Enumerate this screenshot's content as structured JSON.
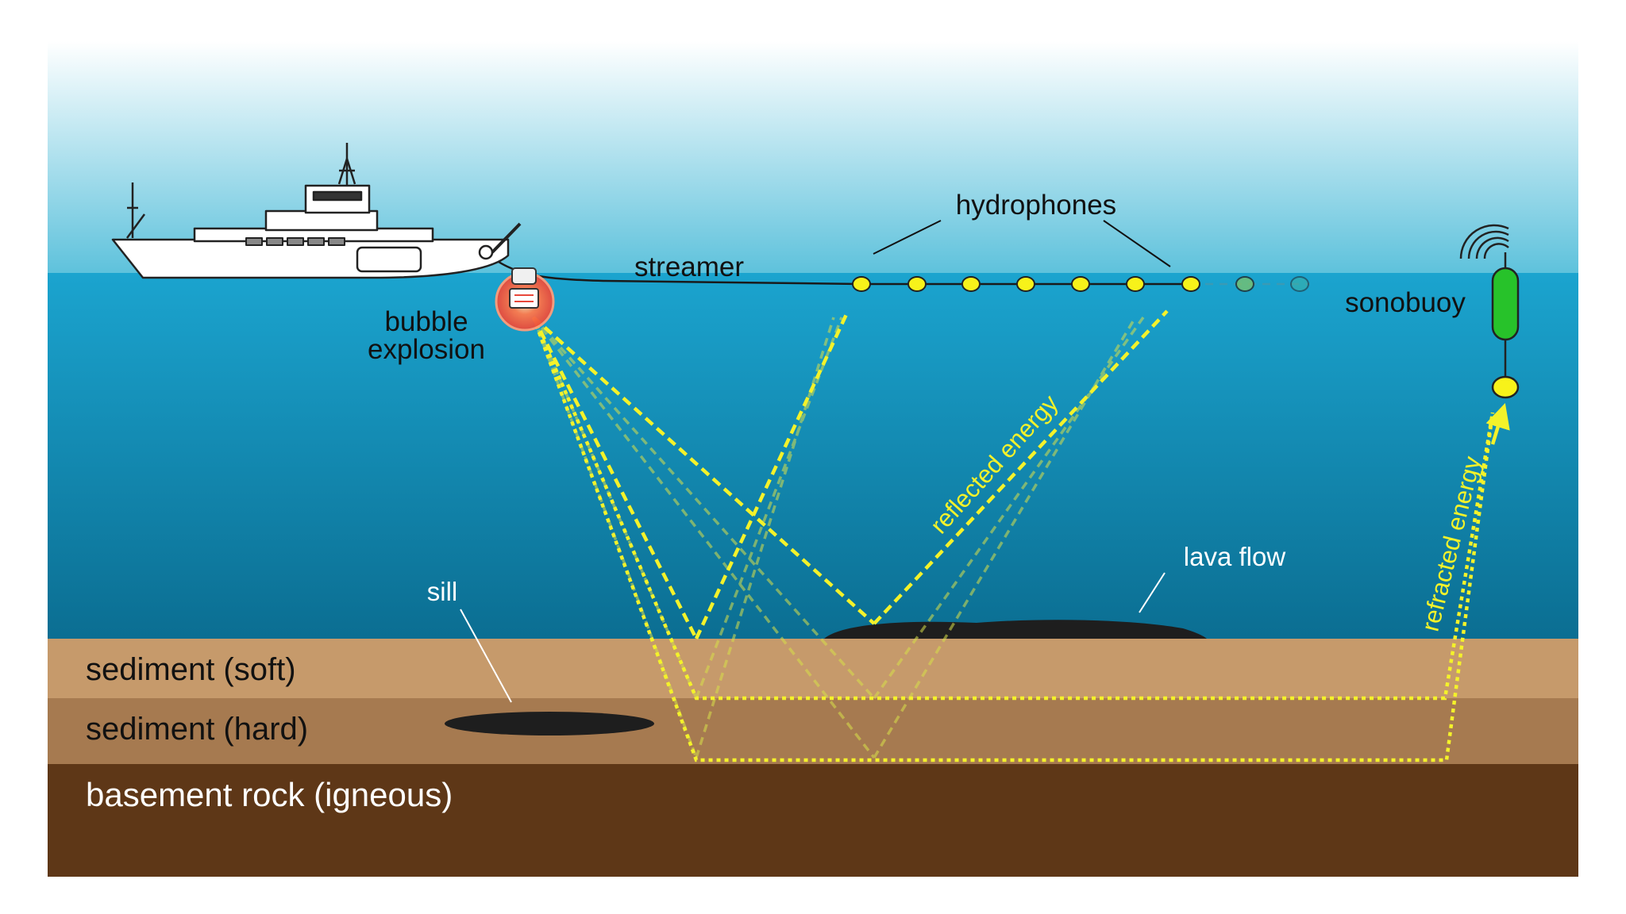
{
  "labels": {
    "hydrophones": "hydrophones",
    "streamer": "streamer",
    "sonobuoy": "sonobuoy",
    "bubble_explosion_line1": "bubble",
    "bubble_explosion_line2": "explosion",
    "reflected_energy": "reflected energy",
    "refracted_energy": "refracted energy",
    "lava_flow": "lava flow",
    "sill": "sill"
  },
  "layers": [
    {
      "name": "sediment (soft)",
      "color": "#c69a6b"
    },
    {
      "name": "sediment (hard)",
      "color": "#a67a50"
    },
    {
      "name": "basement rock (igneous)",
      "color": "#5e3717"
    }
  ],
  "colors": {
    "sky_top": "#ffffff",
    "sky_bottom": "#5ec2dc",
    "water_top": "#1ba4cf",
    "water_bottom": "#0b6e92",
    "energy": "#f4f22a",
    "hydrophone": "#f7f21a",
    "sonobuoy": "#27c22a",
    "deposit": "#1e1e1e"
  },
  "icons": [
    "ship-icon",
    "airgun-icon",
    "hydrophone-icon",
    "sonobuoy-icon",
    "radio-signal-icon"
  ]
}
